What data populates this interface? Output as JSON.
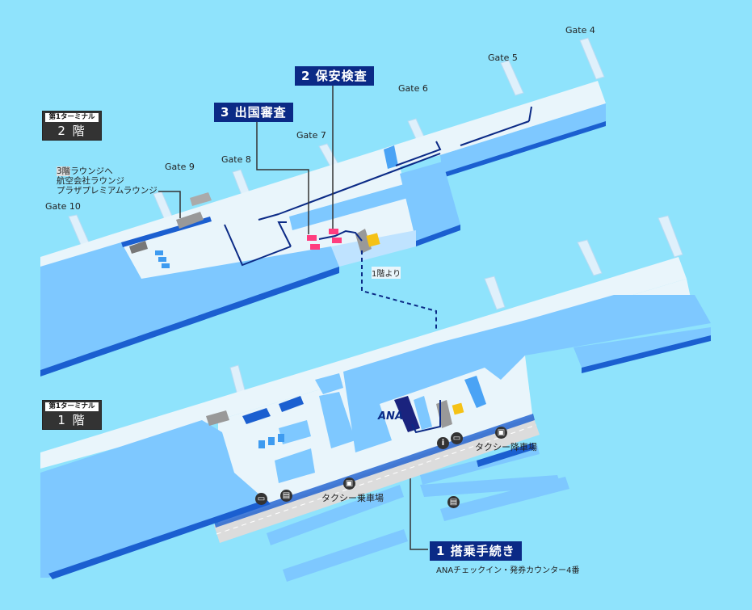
{
  "floor2": {
    "badge_terminal": "第1ターミナル",
    "badge_floor": "2 階",
    "gates": [
      "Gate 4",
      "Gate 5",
      "Gate 6",
      "Gate 7",
      "Gate 8",
      "Gate 9",
      "Gate 10"
    ],
    "lounge_note": {
      "floor_tag": "3階",
      "line1": "ラウンジへ",
      "line2": "航空会社ラウンジ",
      "line3": "プラザプレミアムラウンジ"
    },
    "from_floor1": "1階より"
  },
  "floor1": {
    "badge_terminal": "第1ターミナル",
    "badge_floor": "1 階",
    "ana_logo": "ANA",
    "taxi_dropoff": "タクシー降車場",
    "taxi_pickup": "タクシー乗車場",
    "info_icon": "i"
  },
  "steps": {
    "step1": {
      "label": "1 搭乗手続き",
      "sub": "ANAチェックイン・発券カウンター4番"
    },
    "step2": {
      "label": "2 保安検査"
    },
    "step3": {
      "label": "3 出国審査"
    }
  },
  "colors": {
    "background": "#8fe3fc",
    "building": "#7ec8ff",
    "floor": "#e9f5fb",
    "edge": "#1b5fd0",
    "route": "#0b2a86",
    "checkpoint": "#ff3d7f"
  }
}
